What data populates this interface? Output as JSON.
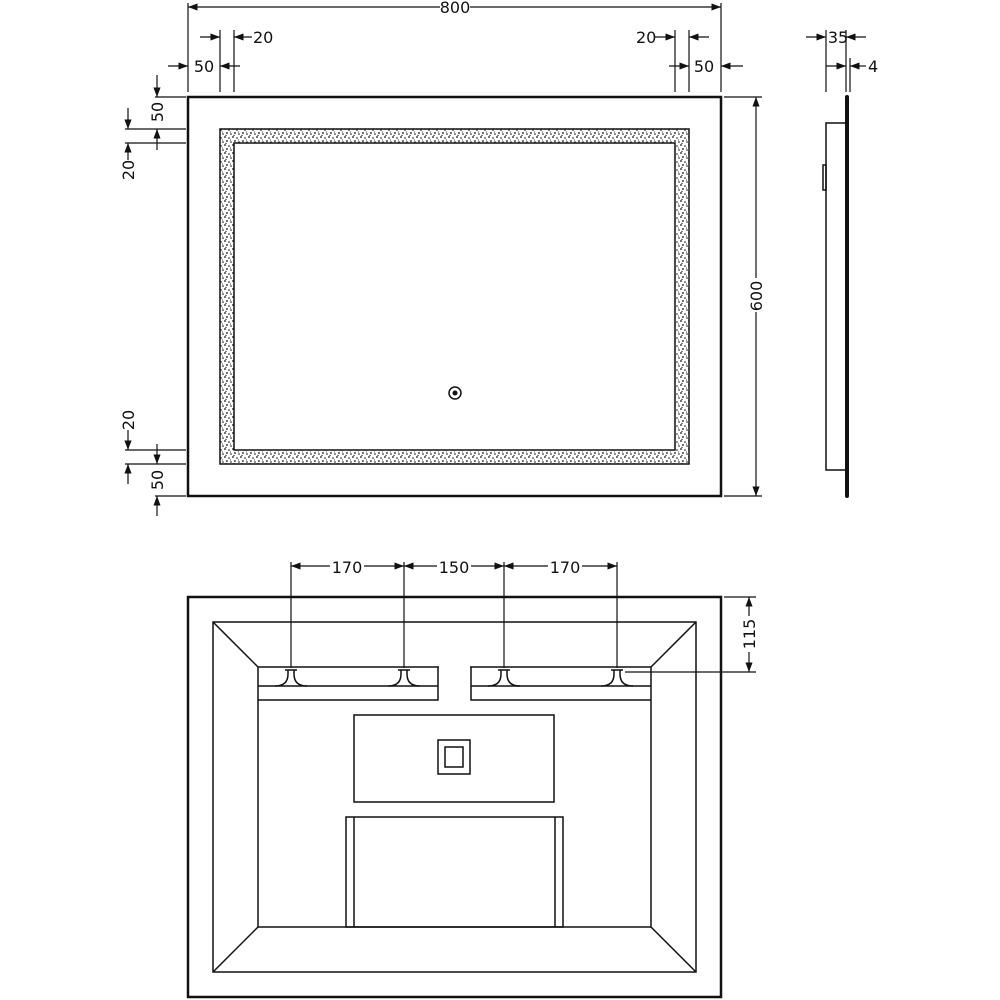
{
  "front_view": {
    "overall_width": "800",
    "overall_height": "600",
    "left_border": "50",
    "left_led_width": "20",
    "right_border": "50",
    "right_led_width": "20",
    "top_border": "50",
    "top_led_width": "20",
    "bottom_border": "50",
    "bottom_led_width": "20"
  },
  "side_view": {
    "depth": "35",
    "glass_thickness": "4"
  },
  "back_view": {
    "hook_spacing_left": "170",
    "hook_spacing_middle": "150",
    "hook_spacing_right": "170",
    "hook_from_top": "115"
  },
  "colors": {
    "line": "#111111",
    "background": "#ffffff"
  }
}
